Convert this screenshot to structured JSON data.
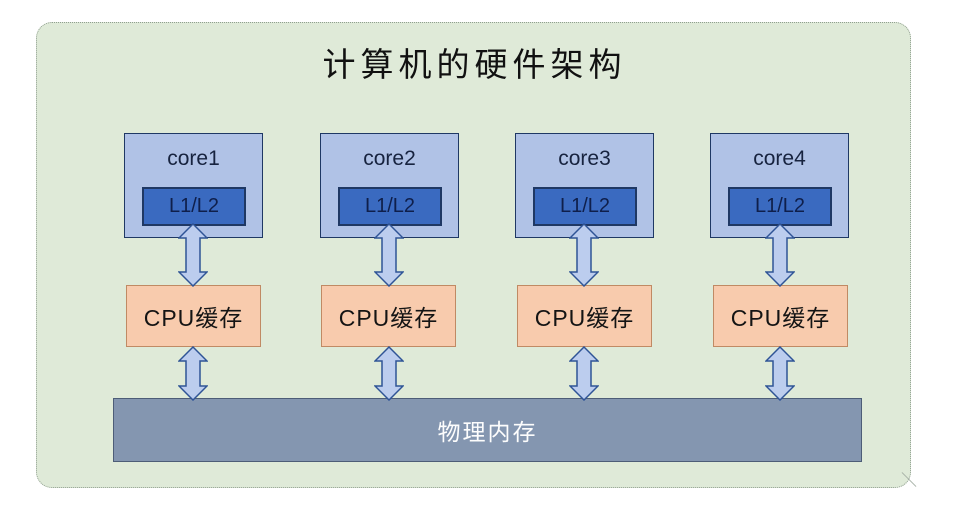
{
  "diagram": {
    "title": "计算机的硬件架构",
    "columns": [
      {
        "core_label": "core1",
        "cache_level_label": "L1/L2",
        "cpu_cache_label": "CPU缓存"
      },
      {
        "core_label": "core2",
        "cache_level_label": "L1/L2",
        "cpu_cache_label": "CPU缓存"
      },
      {
        "core_label": "core3",
        "cache_level_label": "L1/L2",
        "cpu_cache_label": "CPU缓存"
      },
      {
        "core_label": "core4",
        "cache_level_label": "L1/L2",
        "cpu_cache_label": "CPU缓存"
      }
    ],
    "memory_label": "物理内存"
  },
  "colors": {
    "container_bg": "#dfead8",
    "container_border": "#8f9e8f",
    "core_bg": "#b0c2e6",
    "core_border": "#1f3864",
    "l1l2_bg": "#3a6ac0",
    "l1l2_border": "#1f3864",
    "l1l2_text": "#0f1f4b",
    "cpu_cache_bg": "#f8cbad",
    "cpu_cache_border": "#c08a64",
    "memory_bg": "#8496b0",
    "memory_border": "#4d5d77",
    "memory_text": "#fdfdfd",
    "arrow_fill": "#bccdee",
    "arrow_stroke": "#2f5496",
    "title_text": "#111111"
  }
}
